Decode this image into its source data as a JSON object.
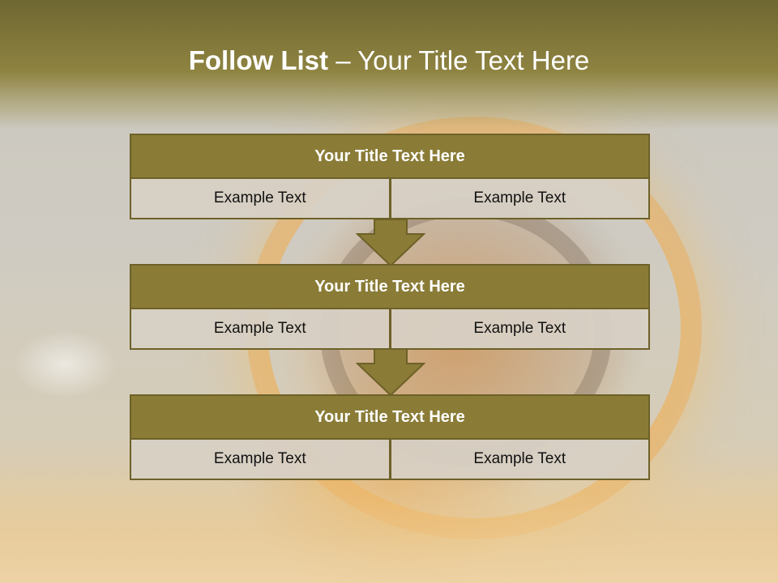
{
  "slide": {
    "title_bold": "Follow List",
    "title_rest": " – Your Title Text Here"
  },
  "steps": [
    {
      "title": "Your Title Text Here",
      "left": "Example Text",
      "right": "Example Text"
    },
    {
      "title": "Your Title Text Here",
      "left": "Example Text",
      "right": "Example Text"
    },
    {
      "title": "Your Title Text Here",
      "left": "Example Text",
      "right": "Example Text"
    }
  ],
  "colors": {
    "header": "#8e8340",
    "box_title": "#8a7c37",
    "box_border": "#6d6128",
    "cell": "#d7d0c4",
    "arrow": "#8a7c37"
  }
}
